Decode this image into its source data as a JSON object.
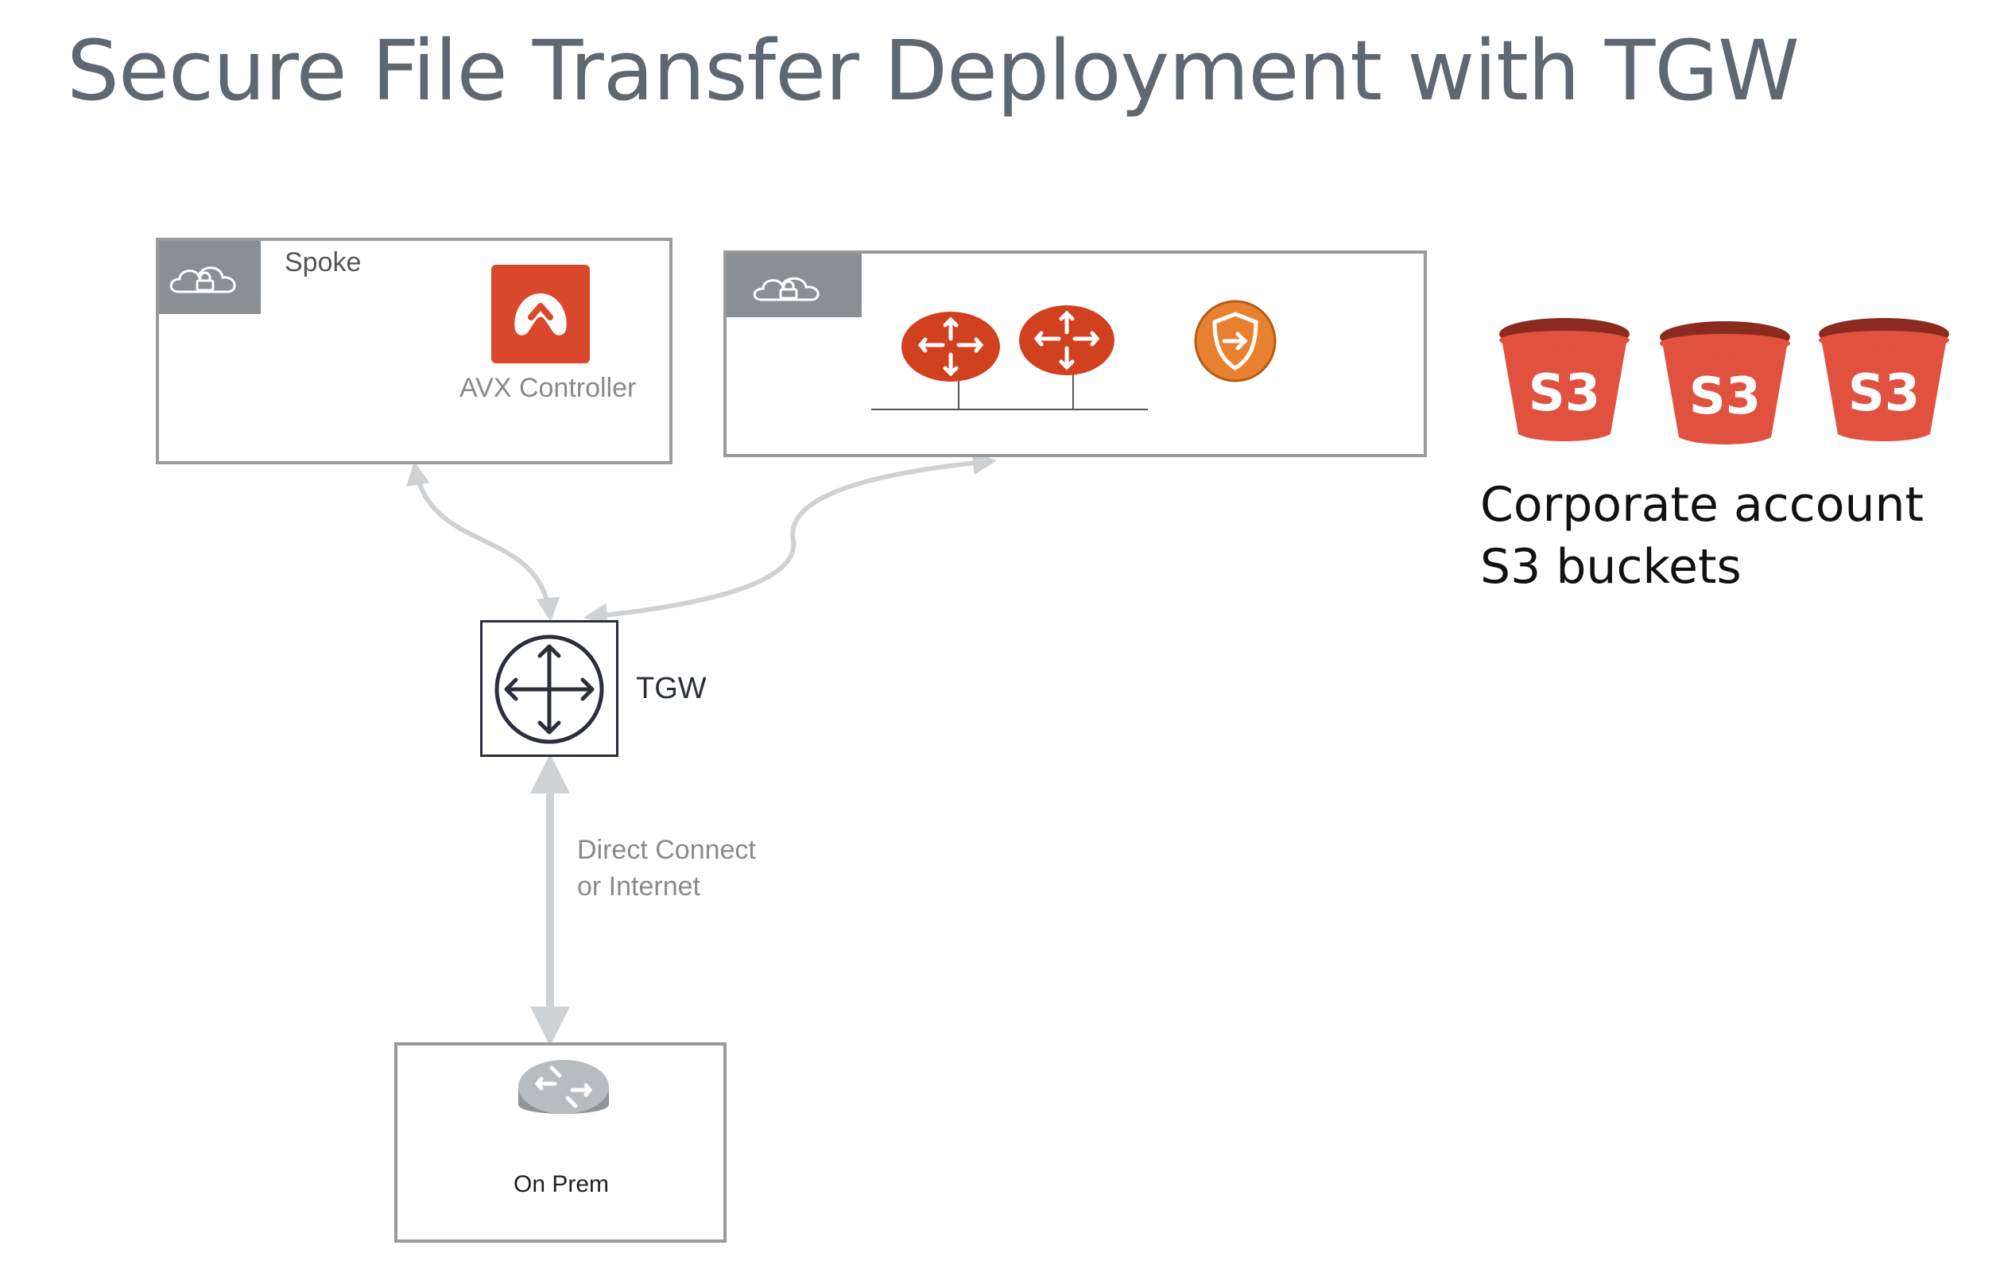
{
  "title": "Secure File Transfer Deployment with TGW",
  "spoke": {
    "label": "Spoke",
    "controller_label": "AVX Controller"
  },
  "transit": {
    "routers": [
      "router-icon",
      "router-icon"
    ],
    "firewall": "firewall-shield-icon"
  },
  "tgw": {
    "label": "TGW"
  },
  "link": {
    "line1": "Direct Connect",
    "line2": "or Internet"
  },
  "onprem": {
    "label": "On Prem"
  },
  "s3": {
    "buckets": [
      "S3",
      "S3",
      "S3"
    ],
    "caption_line1": "Corporate account",
    "caption_line2": "S3 buckets"
  },
  "colors": {
    "title": "#5f6770",
    "box_border": "#9a9a9a",
    "tab": "#8a8f94",
    "aviatrix_orange": "#d9482a",
    "router_red": "#d1401f",
    "firewall_orange": "#e8812f",
    "s3_red": "#e0523f",
    "s3_dark": "#8b2a1f",
    "arrow": "#cfd2d4"
  }
}
